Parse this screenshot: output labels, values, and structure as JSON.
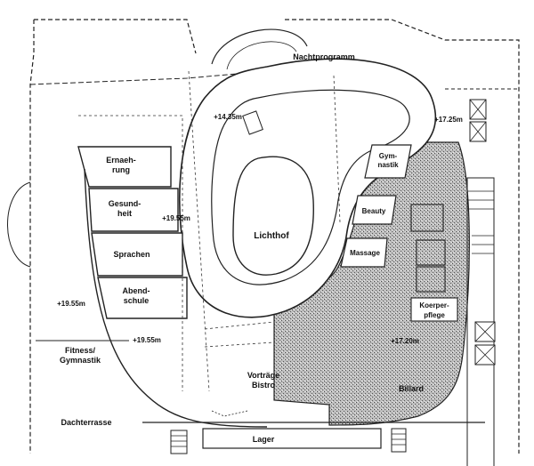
{
  "plan": {
    "labels": {
      "nachtprogramm": "Nachtprogramm",
      "lichthof": "Lichthof",
      "ernaehrung_1": "Ernaeh-",
      "ernaehrung_2": "rung",
      "gesundheit_1": "Gesund-",
      "gesundheit_2": "heit",
      "sprachen": "Sprachen",
      "abendschule_1": "Abend-",
      "abendschule_2": "schule",
      "fitness_1": "Fitness/",
      "fitness_2": "Gymnastik",
      "dachterrasse": "Dachterrasse",
      "lager": "Lager",
      "vortraege_1": "Vorträge",
      "vortraege_2": "Bistro",
      "billard": "Billard",
      "gymnastik_1": "Gym-",
      "gymnastik_2": "nastik",
      "beauty": "Beauty",
      "massage": "Massage",
      "koerper_1": "Koerper-",
      "koerper_2": "pflege"
    },
    "elevations": {
      "e1": "+14.35m",
      "e2": "+17.25m",
      "e3": "+19.55m",
      "e4": "+19.55m",
      "e5": "+19.55m",
      "e6": "+17.20m"
    }
  }
}
